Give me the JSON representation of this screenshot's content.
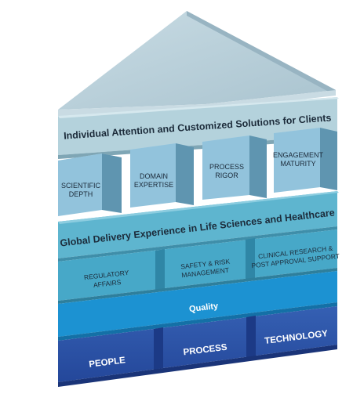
{
  "roof_band": {
    "label": "Individual Attention and Customized Solutions for Clients"
  },
  "top_pillars": [
    {
      "line1": "SCIENTIFIC",
      "line2": "DEPTH"
    },
    {
      "line1": "DOMAIN",
      "line2": "EXPERTISE"
    },
    {
      "line1": "PROCESS",
      "line2": "RIGOR"
    },
    {
      "line1": "ENGAGEMENT",
      "line2": "MATURITY"
    }
  ],
  "middle_band": {
    "label": "Global Delivery Experience in Life Sciences and Healthcare"
  },
  "middle_blocks": [
    {
      "line1": "REGULATORY",
      "line2": "AFFAIRS"
    },
    {
      "line1": "SAFETY & RISK",
      "line2": "MANAGEMENT"
    },
    {
      "line1": "CLINICAL RESEARCH &",
      "line2": "POST APPROVAL SUPPORT"
    }
  ],
  "quality_band": {
    "label": "Quality"
  },
  "base_blocks": [
    {
      "label": "PEOPLE"
    },
    {
      "label": "PROCESS"
    },
    {
      "label": "TECHNOLOGY"
    }
  ],
  "colors": {
    "roof_front": "#b7cfd9",
    "roof_top": "#d7e6ec",
    "band_light": "#b4d2dc",
    "pillar": "#92c3dc",
    "band_mid": "#5eb5cf",
    "block_mid": "#47a8c8",
    "quality": "#1c92d2",
    "base": "#2e55a8",
    "text_dark": "#1c2b3a",
    "text_light": "#ffffff"
  }
}
